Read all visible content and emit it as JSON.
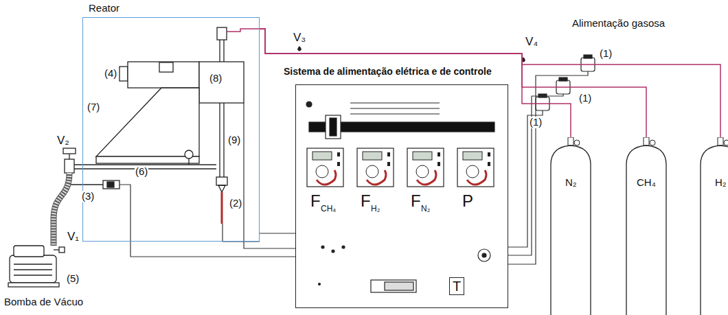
{
  "diagram": {
    "nodes": [
      {
        "text": [
          "Reator"
        ]
      },
      {
        "text": [
          "Sistema de alimentação elétrica e de controle"
        ]
      },
      {
        "text": [
          "N₂"
        ]
      },
      {
        "text": [
          "CH₄"
        ]
      },
      {
        "text": [
          "H₂"
        ]
      }
    ],
    "edges": [
      {
        "from": 2,
        "to": 0,
        "arrow": "none"
      },
      {
        "from": 3,
        "to": 0,
        "arrow": "none"
      },
      {
        "from": 4,
        "to": 0,
        "arrow": "none"
      },
      {
        "from": 1,
        "to": 0,
        "arrow": "none"
      }
    ],
    "labels": [
      "(4)",
      "(8)",
      "(7)",
      "(9)",
      "(6)",
      "(2)",
      "V₃",
      "V₄",
      "Alimentação gasosa",
      "(1)",
      "(1)",
      "(1)",
      "V₂",
      "(3)",
      "V₁",
      "(5)",
      "Bomba de Vácuo",
      "F",
      "CH₄",
      "F",
      "H₂",
      "F",
      "N₂",
      "P",
      "T"
    ]
  }
}
